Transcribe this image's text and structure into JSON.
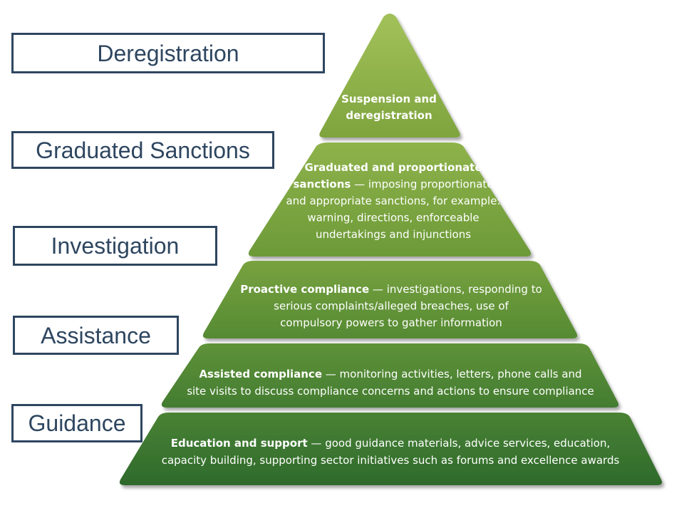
{
  "labels": [
    "Deregistration",
    "Graduated  Sanctions",
    "Investigation",
    "Assistance",
    "Guidance"
  ],
  "tiers": [
    {
      "lines": [
        [
          {
            "t": "Suspension and",
            "b": true
          }
        ],
        [
          {
            "t": "deregistration",
            "b": true
          }
        ]
      ]
    },
    {
      "lines": [
        [
          {
            "t": "Graduated and proportionate",
            "b": true
          }
        ],
        [
          {
            "t": "sanctions",
            "b": true
          },
          {
            "t": " — imposing proportionate",
            "b": false
          }
        ],
        [
          {
            "t": "and appropriate sanctions, for example:",
            "b": false
          }
        ],
        [
          {
            "t": "warning, directions, enforceable",
            "b": false
          }
        ],
        [
          {
            "t": "undertakings and injunctions",
            "b": false
          }
        ]
      ]
    },
    {
      "lines": [
        [
          {
            "t": "Proactive compliance",
            "b": true
          },
          {
            "t": " — investigations, responding to",
            "b": false
          }
        ],
        [
          {
            "t": "serious complaints/alleged breaches, use of",
            "b": false
          }
        ],
        [
          {
            "t": "compulsory powers to gather information",
            "b": false
          }
        ]
      ]
    },
    {
      "lines": [
        [
          {
            "t": "Assisted compliance",
            "b": true
          },
          {
            "t": " — monitoring activities, letters, phone calls and",
            "b": false
          }
        ],
        [
          {
            "t": "site visits to discuss compliance concerns and actions to ensure compliance",
            "b": false
          }
        ]
      ]
    },
    {
      "lines": [
        [
          {
            "t": "Education and support",
            "b": true
          },
          {
            "t": " — good guidance materials, advice services, education,",
            "b": false
          }
        ],
        [
          {
            "t": "capacity building, supporting sector initiatives such as forums and excellence awards",
            "b": false
          }
        ]
      ]
    }
  ],
  "colors": {
    "box_border": "#2e4660",
    "box_text": "#2e4660",
    "tier_top": "#8db04a",
    "tier_bottom": "#2f6e2f"
  }
}
